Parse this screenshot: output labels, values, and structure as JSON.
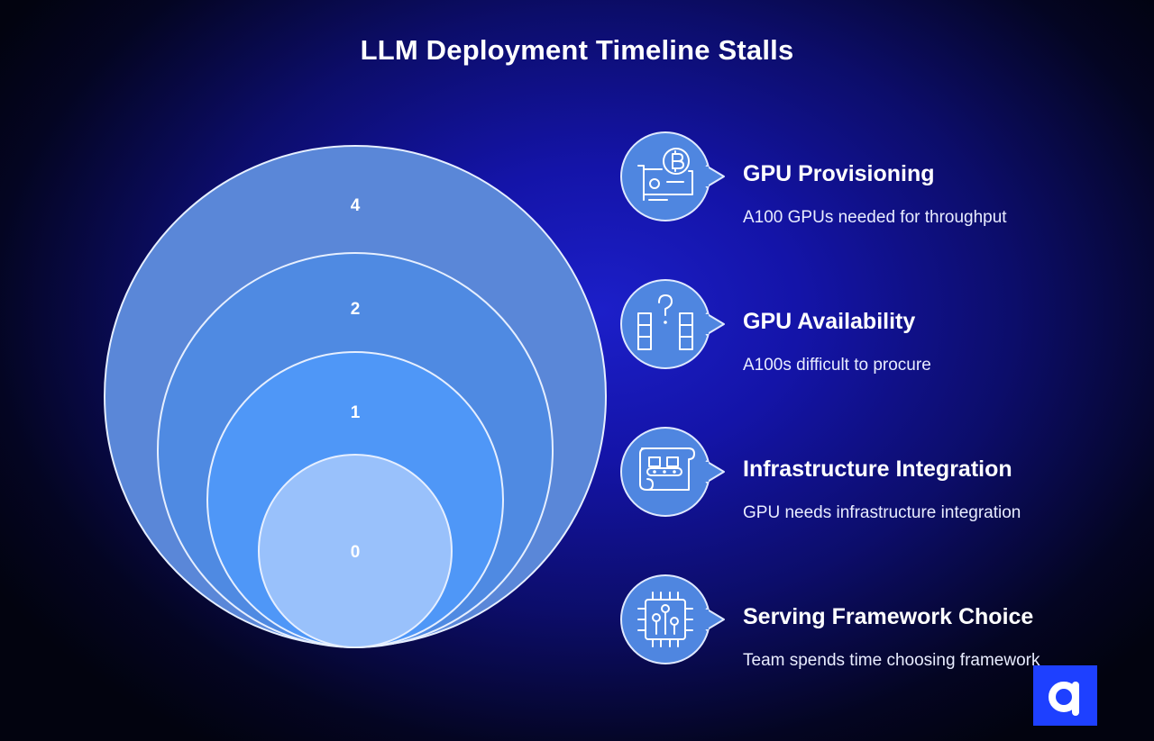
{
  "title": "LLM Deployment Timeline Stalls",
  "colors": {
    "outer_ring": "#5a87d8",
    "second_ring": "#4f8ae2",
    "third_ring": "#4f97f7",
    "inner_ring": "#99c1fb",
    "bubble_fill": "#4f86e0",
    "logo_background": "#1e40ff"
  },
  "circles": [
    {
      "label": "4"
    },
    {
      "label": "2"
    },
    {
      "label": "1"
    },
    {
      "label": "0"
    }
  ],
  "items": [
    {
      "icon": "gpu-card-bitcoin-icon",
      "title": "GPU Provisioning",
      "description": "A100 GPUs needed for throughput"
    },
    {
      "icon": "question-servers-icon",
      "title": "GPU Availability",
      "description": "A100s difficult to procure"
    },
    {
      "icon": "conveyor-scroll-icon",
      "title": "Infrastructure Integration",
      "description": "GPU needs infrastructure integration"
    },
    {
      "icon": "circuit-chip-icon",
      "title": "Serving Framework Choice",
      "description": "Team spends time choosing framework"
    }
  ],
  "logo": {
    "icon": "brand-a-logo-icon"
  }
}
